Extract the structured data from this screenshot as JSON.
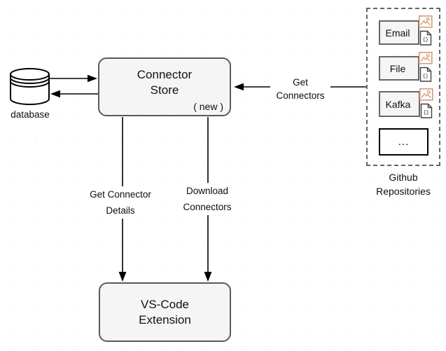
{
  "diagram": {
    "database": {
      "label": "database"
    },
    "connector_store": {
      "title_line1": "Connector",
      "title_line2": "Store",
      "badge": "( new )"
    },
    "vscode_extension": {
      "title_line1": "VS-Code",
      "title_line2": "Extension"
    },
    "edges": {
      "get_connectors": {
        "line1": "Get",
        "line2": "Connectors"
      },
      "get_connector_details": {
        "line1": "Get Connector",
        "line2": "Details"
      },
      "download_connectors": {
        "line1": "Download",
        "line2": "Connectors"
      }
    },
    "github_repositories": {
      "label_line1": "Github",
      "label_line2": "Repositories",
      "repos": [
        {
          "label": "Email"
        },
        {
          "label": "File"
        },
        {
          "label": "Kafka"
        }
      ],
      "more_label": "...",
      "json_file_text": "{;}"
    },
    "colors": {
      "node_fill": "#f5f5f5",
      "node_border": "#595959",
      "repo_border": "#666666",
      "more_border": "#000000",
      "accent_orange": "#D79B77",
      "line": "#000000",
      "background": "#ffffff"
    }
  }
}
